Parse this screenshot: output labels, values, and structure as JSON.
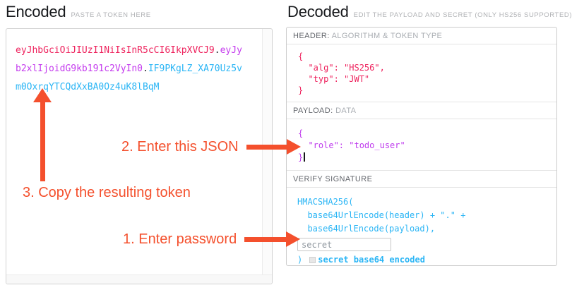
{
  "encoded_panel": {
    "title": "Encoded",
    "subtitle": "PASTE A TOKEN HERE",
    "token": {
      "header": "eyJhbGciOiJIUzI1NiIsInR5cCI6IkpXVCJ9",
      "dot1": ".",
      "payload": "eyJyb2xlIjoidG9kb191c2VyIn0",
      "dot2": ".",
      "signature": "IF9PKgLZ_XA70Uz5vm0OxrqYTCQdXxBA0Oz4uK8lBqM"
    }
  },
  "decoded_panel": {
    "title": "Decoded",
    "subtitle": "EDIT THE PAYLOAD AND SECRET (ONLY HS256 SUPPORTED)",
    "header_section": {
      "label_primary": "HEADER:",
      "label_secondary": "ALGORITHM & TOKEN TYPE",
      "json_lines": [
        "{",
        "  \"alg\": \"HS256\",",
        "  \"typ\": \"JWT\"",
        "}"
      ]
    },
    "payload_section": {
      "label_primary": "PAYLOAD:",
      "label_secondary": "DATA",
      "json_lines": [
        "{",
        "  \"role\": \"todo_user\"",
        "}"
      ]
    },
    "signature_section": {
      "label_primary": "VERIFY SIGNATURE",
      "code_line1": "HMACSHA256(",
      "code_line2": "  base64UrlEncode(header) + \".\" +",
      "code_line3": "  base64UrlEncode(payload),",
      "secret_input_value": "secret",
      "code_close": ")",
      "checkbox_label": "secret base64 encoded"
    }
  },
  "annotations": {
    "step1": "1. Enter password",
    "step2": "2. Enter this JSON",
    "step3": "3. Copy the resulting token"
  },
  "colors": {
    "token_header": "#ee225d",
    "token_payload": "#c43bee",
    "token_signature": "#2ab5f5",
    "annotation_red": "#f4502d"
  }
}
